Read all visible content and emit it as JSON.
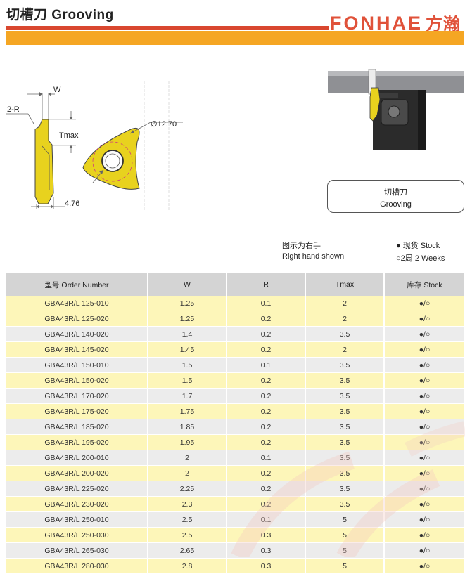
{
  "header": {
    "title": "切槽刀 Grooving",
    "brand_latin": "FONHAE",
    "brand_cn": "方瀚"
  },
  "drawing": {
    "label_w": "W",
    "label_r": "2-R",
    "label_tmax": "Tmax",
    "label_thickness": "4.76",
    "label_ic": "∅12.70"
  },
  "caption": {
    "cn": "切槽刀",
    "en": "Grooving"
  },
  "notes": {
    "shown_cn": "图示为右手",
    "shown_en": "Right hand shown",
    "stock_label": "● 现货 Stock",
    "weeks_label": "○2周 2 Weeks"
  },
  "colors": {
    "brand_red": "#d9472f",
    "band_orange": "#f5a623",
    "row_yellow": "#fdf6b9",
    "row_gray": "#ececec",
    "insert_yellow": "#e8d21e"
  },
  "table": {
    "headers": [
      "型号 Order Number",
      "W",
      "R",
      "Tmax",
      "库存 Stock"
    ],
    "rows": [
      [
        "GBA43R/L 125-010",
        "1.25",
        "0.1",
        "2",
        "●/○"
      ],
      [
        "GBA43R/L 125-020",
        "1.25",
        "0.2",
        "2",
        "●/○"
      ],
      [
        "GBA43R/L 140-020",
        "1.4",
        "0.2",
        "3.5",
        "●/○"
      ],
      [
        "GBA43R/L 145-020",
        "1.45",
        "0.2",
        "2",
        "●/○"
      ],
      [
        "GBA43R/L 150-010",
        "1.5",
        "0.1",
        "3.5",
        "●/○"
      ],
      [
        "GBA43R/L 150-020",
        "1.5",
        "0.2",
        "3.5",
        "●/○"
      ],
      [
        "GBA43R/L 170-020",
        "1.7",
        "0.2",
        "3.5",
        "●/○"
      ],
      [
        "GBA43R/L 175-020",
        "1.75",
        "0.2",
        "3.5",
        "●/○"
      ],
      [
        "GBA43R/L 185-020",
        "1.85",
        "0.2",
        "3.5",
        "●/○"
      ],
      [
        "GBA43R/L 195-020",
        "1.95",
        "0.2",
        "3.5",
        "●/○"
      ],
      [
        "GBA43R/L 200-010",
        "2",
        "0.1",
        "3.5",
        "●/○"
      ],
      [
        "GBA43R/L 200-020",
        "2",
        "0.2",
        "3.5",
        "●/○"
      ],
      [
        "GBA43R/L 225-020",
        "2.25",
        "0.2",
        "3.5",
        "●/○"
      ],
      [
        "GBA43R/L 230-020",
        "2.3",
        "0.2",
        "3.5",
        "●/○"
      ],
      [
        "GBA43R/L 250-010",
        "2.5",
        "0.1",
        "5",
        "●/○"
      ],
      [
        "GBA43R/L 250-030",
        "2.5",
        "0.3",
        "5",
        "●/○"
      ],
      [
        "GBA43R/L 265-030",
        "2.65",
        "0.3",
        "5",
        "●/○"
      ],
      [
        "GBA43R/L 280-030",
        "2.8",
        "0.3",
        "5",
        "●/○"
      ]
    ]
  }
}
